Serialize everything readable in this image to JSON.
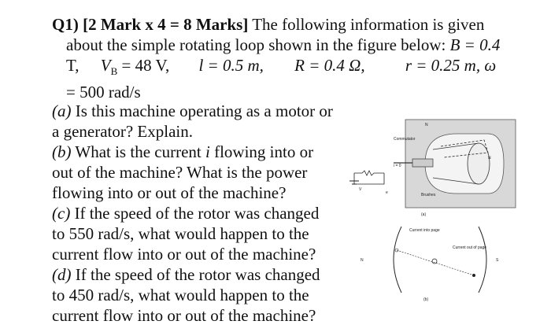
{
  "header": {
    "q_label": "Q1)",
    "marks": "[2 Mark x 4 = 8 Marks]",
    "line1_rest": "The following information is given",
    "line2": "about the simple rotating loop shown in the figure below:",
    "B_expr": "B = 0.4",
    "T": "T,",
    "VB_expr": "V",
    "VB_sub": "B",
    "VB_val": "= 48 V,",
    "l_expr": "l = 0.5 m,",
    "R_expr": "R = 0.4 Ω,",
    "r_expr": "r = 0.25 m, ω",
    "omega_val": "= 500 rad/s"
  },
  "questions": {
    "a": {
      "tag": "(a)",
      "lines": [
        " Is this machine operating as a motor or",
        "a generator? Explain."
      ]
    },
    "b": {
      "tag": "(b)",
      "lines_pre": " What is the current ",
      "var": "i",
      "lines_post": " flowing into or",
      "rest": [
        "out of the machine? What is the power",
        "flowing into or out of the machine?"
      ]
    },
    "c": {
      "tag": "(c)",
      "lines": [
        " If the speed of the rotor was changed",
        "to 550 rad/s, what would happen to the",
        "current flow into or out of the machine?"
      ]
    },
    "d": {
      "tag": "(d)",
      "lines": [
        " If the speed of the rotor was changed",
        "to 450 rad/s, what would happen to the",
        "current flow into or out of the machine?"
      ]
    }
  },
  "figure": {
    "commutator": "Commutator",
    "brushes": "Brushes",
    "i_label": "i = 0",
    "label_a": "(a)",
    "label_b": "(b)",
    "current_into": "Current into page",
    "current_out": "Current out of page",
    "N": "N",
    "S": "S",
    "vb": "V",
    "eind": "e"
  }
}
